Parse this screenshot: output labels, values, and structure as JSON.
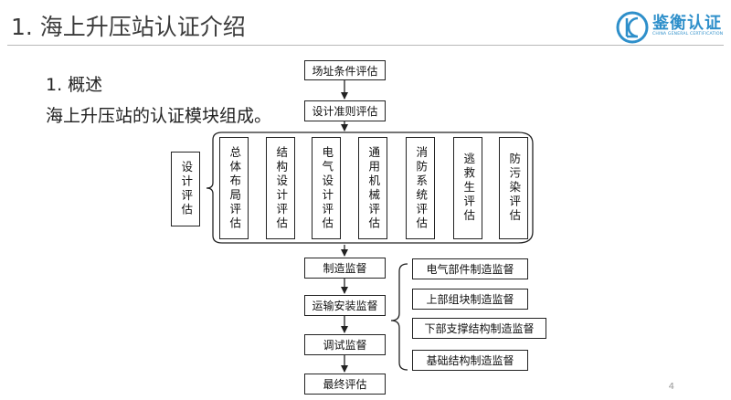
{
  "header": {
    "title": "1. 海上升压站认证介绍",
    "logo_cn": "鉴衡认证",
    "logo_en": "CHINA GENERAL CERTIFICATION"
  },
  "section": {
    "title": "1. 概述",
    "body": "海上升压站的认证模块组成。"
  },
  "diagram": {
    "top_steps": [
      "场址条件评估",
      "设计准则评估"
    ],
    "design_group_label": "设计评估",
    "design_modules": [
      "总体布局评估",
      "结构设计评估",
      "电气设计评估",
      "通用机械评估",
      "消防系统评估",
      "逃救生评估",
      "防污染评估"
    ],
    "main_steps": [
      "制造监督",
      "运输安装监督",
      "调试监督",
      "最终评估"
    ],
    "manufacturing_sub": [
      "电气部件制造监督",
      "上部组块制造监督",
      "下部支撑结构制造监督",
      "基础结构制造监督"
    ]
  },
  "page_number": "4"
}
